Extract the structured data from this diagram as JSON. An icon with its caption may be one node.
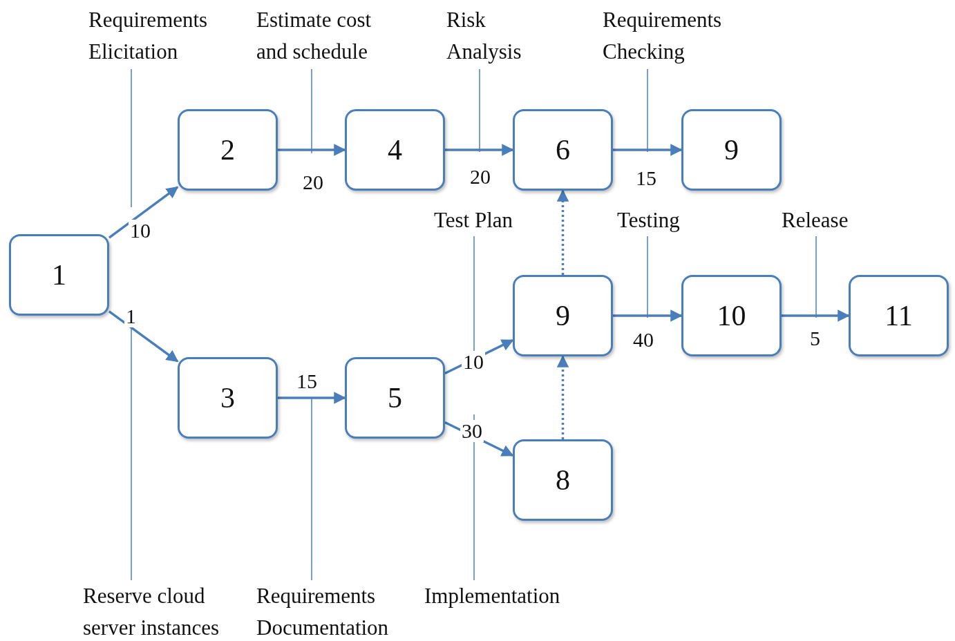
{
  "diagram": {
    "nodes": [
      {
        "text": [
          "1"
        ]
      },
      {
        "text": [
          "2"
        ]
      },
      {
        "text": [
          "4"
        ]
      },
      {
        "text": [
          "6"
        ]
      },
      {
        "text": [
          "9"
        ]
      },
      {
        "text": [
          "3"
        ]
      },
      {
        "text": [
          "5"
        ]
      },
      {
        "text": [
          "9"
        ]
      },
      {
        "text": [
          "8"
        ]
      },
      {
        "text": [
          "10"
        ]
      },
      {
        "text": [
          "11"
        ]
      },
      {
        "text": [
          "Requirements Elicitation"
        ]
      },
      {
        "text": [
          "Estimate cost and schedule"
        ]
      },
      {
        "text": [
          "Risk Analysis"
        ]
      },
      {
        "text": [
          "Requirements Checking"
        ]
      },
      {
        "text": [
          "Test Plan"
        ]
      },
      {
        "text": [
          "Testing"
        ]
      },
      {
        "text": [
          "Release"
        ]
      },
      {
        "text": [
          "Reserve cloud server instances"
        ]
      },
      {
        "text": [
          "Requirements Documentation"
        ]
      },
      {
        "text": [
          "Implementation"
        ]
      }
    ],
    "edges": [
      {
        "from": 0,
        "to": 1,
        "arrow": "to",
        "label": "10"
      },
      {
        "from": 0,
        "to": 5,
        "arrow": "to",
        "label": "1"
      },
      {
        "from": 1,
        "to": 2,
        "arrow": "to",
        "label": "20"
      },
      {
        "from": 2,
        "to": 3,
        "arrow": "to",
        "label": "20"
      },
      {
        "from": 3,
        "to": 4,
        "arrow": "to",
        "label": "15"
      },
      {
        "from": 5,
        "to": 6,
        "arrow": "to",
        "label": "15"
      },
      {
        "from": 6,
        "to": 7,
        "arrow": "to",
        "label": "10"
      },
      {
        "from": 6,
        "to": 8,
        "arrow": "to",
        "label": "30"
      },
      {
        "from": 7,
        "to": 3,
        "arrow": "to",
        "style": "dashed"
      },
      {
        "from": 8,
        "to": 7,
        "arrow": "to",
        "style": "dashed"
      },
      {
        "from": 7,
        "to": 9,
        "arrow": "to",
        "label": "40"
      },
      {
        "from": 9,
        "to": 10,
        "arrow": "to",
        "label": "5"
      },
      {
        "from": 11,
        "to": null,
        "arrow": "none"
      },
      {
        "from": 12,
        "to": null,
        "arrow": "none"
      },
      {
        "from": 13,
        "to": null,
        "arrow": "none"
      },
      {
        "from": 14,
        "to": null,
        "arrow": "none"
      },
      {
        "from": 15,
        "to": null,
        "arrow": "none"
      },
      {
        "from": 16,
        "to": null,
        "arrow": "none"
      },
      {
        "from": 17,
        "to": null,
        "arrow": "none"
      },
      {
        "from": 18,
        "to": null,
        "arrow": "none"
      },
      {
        "from": 19,
        "to": null,
        "arrow": "none"
      },
      {
        "from": 20,
        "to": null,
        "arrow": "none"
      }
    ]
  }
}
